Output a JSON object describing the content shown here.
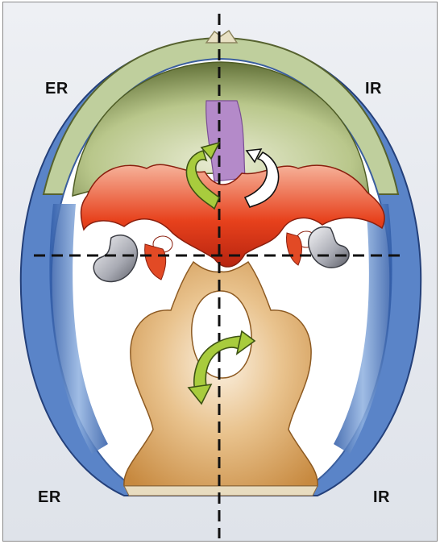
{
  "labels": {
    "top_left": "ER",
    "top_right": "IR",
    "bottom_left": "ER",
    "bottom_right": "IR"
  },
  "colors": {
    "anterior_fossa": "#9bab5a",
    "middle_fossa": "#e0421d",
    "sella_region": "#b48ac9",
    "posterior_fossa": "#d8a567",
    "cranial_wall": "#4a78c0",
    "arrow": "#9ec33a",
    "guide_lines": "#111111"
  },
  "icons": [
    "rotation-arrow-icon",
    "rotation-arrow-outline-icon"
  ]
}
